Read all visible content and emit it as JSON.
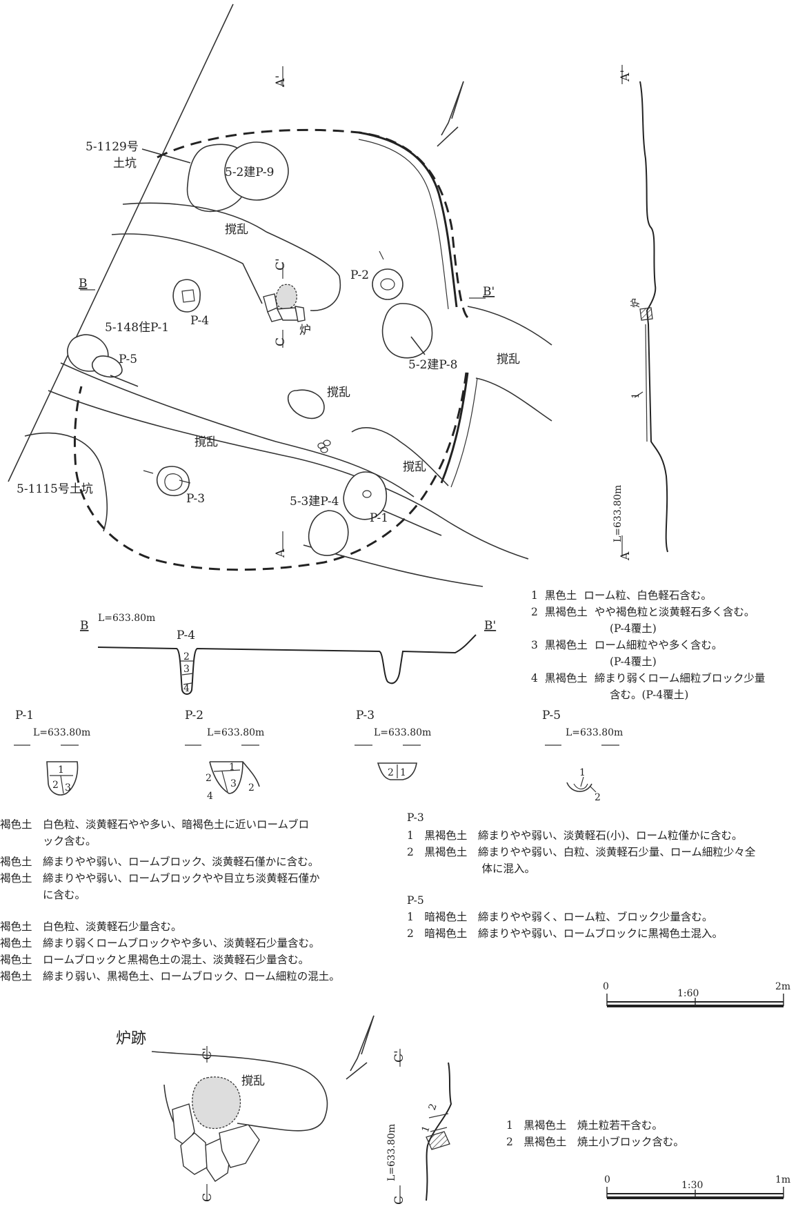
{
  "plan_labels": {
    "pit_1129_line1": "5-1129号",
    "pit_1129_line2": "土坑",
    "p9": "5-2建P-9",
    "disturbance_top": "撹乱",
    "c_prime": "C'",
    "c": "C",
    "hearth": "炉",
    "p2": "P-2",
    "b": "B",
    "b_prime": "B'",
    "p4": "P-4",
    "p148": "5-148住P-1",
    "p5": "P-5",
    "p8": "5-2建P-8",
    "disturbance_right": "撹乱",
    "disturbance_center": "撹乱",
    "disturbance_band": "撹乱",
    "disturbance_lower": "撹乱",
    "pit_1115": "5-1115号土坑",
    "p3": "P-3",
    "p3_4": "5-3建P-4",
    "p1": "P-1",
    "a": "A",
    "a_prime": "A'"
  },
  "section_a": {
    "a_prime": "A'",
    "a": "A",
    "level": "L=633.80m",
    "hearth": "炉",
    "layer": "1"
  },
  "legend_a": {
    "items": [
      {
        "num": "1",
        "soil": "黒色土",
        "desc": "ローム粒、白色軽石含む。"
      },
      {
        "num": "2",
        "soil": "黒褐色土",
        "desc": "やや褐色粒と淡黄軽石多く含む。",
        "desc2": "(P-4覆土)"
      },
      {
        "num": "3",
        "soil": "黒褐色土",
        "desc": "ローム細粒やや多く含む。",
        "desc2": "(P-4覆土)"
      },
      {
        "num": "4",
        "soil": "黒褐色土",
        "desc": "締まり弱くローム細粒ブロック少量",
        "desc2": "含む。(P-4覆土)"
      }
    ]
  },
  "section_b": {
    "b": "B",
    "b_prime": "B'",
    "level": "L=633.80m",
    "p4": "P-4",
    "layers": [
      "2",
      "3",
      "4"
    ]
  },
  "pit_sections": [
    {
      "name": "P-1",
      "level": "L=633.80m",
      "layers": [
        "1",
        "2",
        "3"
      ]
    },
    {
      "name": "P-2",
      "level": "L=633.80m",
      "layers": [
        "1",
        "2",
        "3",
        "2",
        "4"
      ]
    },
    {
      "name": "P-3",
      "level": "L=633.80m",
      "layers": [
        "2",
        "1"
      ]
    },
    {
      "name": "P-5",
      "level": "L=633.80m",
      "layers": [
        "1",
        "2"
      ]
    }
  ],
  "pit_legend_left": {
    "lines": [
      "褐色土　白色粒、淡黄軽石やや多い、暗褐色土に近いロームブロ",
      "　　　　ック含む。",
      "褐色土　締まりやや弱い、ロームブロック、淡黄軽石僅かに含む。",
      "褐色土　締まりやや弱い、ロームブロックやや目立ち淡黄軽石僅か",
      "　　　　に含む。",
      "褐色土　白色粒、淡黄軽石少量含む。",
      "褐色土　締まり弱くロームブロックやや多い、淡黄軽石少量含む。",
      "褐色土　ロームブロックと黒褐色土の混土、淡黄軽石少量含む。",
      "褐色土　締まり弱い、黒褐色土、ロームブロック、ローム細粒の混土。"
    ]
  },
  "pit_legend_p3": {
    "title": "P-3",
    "lines": [
      "1　黒褐色土　締まりやや弱い、淡黄軽石(小)、ローム粒僅かに含む。",
      "2　黒褐色土　締まりやや弱い、白粒、淡黄軽石少量、ローム細粒少々全",
      "　　　　　　　体に混入。"
    ]
  },
  "pit_legend_p5": {
    "title": "P-5",
    "lines": [
      "1　暗褐色土　締まりやや弱く、ローム粒、ブロック少量含む。",
      "2　暗褐色土　締まりやや弱い、ロームブロックに黒褐色土混入。"
    ]
  },
  "scale_60": {
    "zero": "0",
    "ratio": "1:60",
    "max": "2m"
  },
  "hearth_detail": {
    "title": "炉跡",
    "c_prime": "C'",
    "c": "C",
    "disturbance": "撹乱",
    "level": "L=633.80m",
    "layers": [
      "2",
      "1"
    ]
  },
  "legend_hearth": {
    "lines": [
      "1　黒褐色土　焼土粒若干含む。",
      "2　黒褐色土　焼土小ブロック含む。"
    ]
  },
  "scale_30": {
    "zero": "0",
    "ratio": "1:30",
    "max": "1m"
  }
}
